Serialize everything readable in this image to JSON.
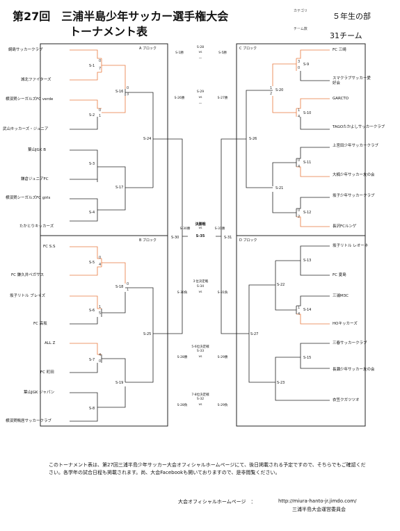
{
  "header": {
    "title_line1": "第27回　三浦半島少年サッカー選手権大会",
    "title_line2": "トーナメント表",
    "category_label": "カテゴリ",
    "category_value": "５年生の部",
    "teams_label": "チーム数",
    "teams_value": "31チーム"
  },
  "blocks": {
    "a": "A ブロック",
    "b": "B ブロック",
    "c": "C ブロック",
    "d": "D ブロック"
  },
  "left_teams": [
    "綱島サッカークラブ",
    "城北ファイターズ",
    "横須賀シーガルズFC verde",
    "武山キッカーズ・ジュニア",
    "葉山JGK B",
    "鎌倉ジュニアFC",
    "横須賀シーガルズFC girls",
    "たかとりキッカーズ",
    "FC S.S",
    "FC 鎌久井ペガサス",
    "坂子リトル ブレイズ",
    "FC 高坂",
    "ALL Z",
    "FC 町田",
    "葉山JGK ジャパン",
    "横須賀鴨居サッカークラブ"
  ],
  "right_teams": [
    "FC 三崎",
    "スマクラブサッカー愛好会",
    "GARCTO",
    "TAGOたかよしサッカークラブ",
    "上宮田少年サッカークラブ",
    "大楠少年サッカー友の会",
    "坂子少年サッカークラブ",
    "長沢FCルンゲ",
    "坂子リトル レオーネ",
    "FC 夏島",
    "三浦M3C",
    "HOキッカーズ",
    "三春サッカークラブ",
    "長瀬少年サッカー友の会",
    "衣笠クガツツオ"
  ],
  "matches": {
    "m1": "S-1",
    "m2": "S-2",
    "m3": "S-3",
    "m4": "S-4",
    "m5": "S-5",
    "m6": "S-6",
    "m7": "S-7",
    "m8": "S-8",
    "m9": "S-9",
    "m10": "S-10",
    "m11": "S-11",
    "m12": "S-12",
    "m13": "S-13",
    "m14": "S-14",
    "m15": "S-15",
    "m16": "S-16",
    "m17": "S-17",
    "m18": "S-18",
    "m19": "S-19",
    "m20": "S-20",
    "m21": "S-21",
    "m22": "S-22",
    "m23": "S-23",
    "m24": "S-24",
    "m25": "S-25",
    "m26": "S-26",
    "m27": "S-27",
    "m30": "S-30",
    "m31": "S-31"
  },
  "scores": {
    "s1a": "0",
    "s1b": "7",
    "s2a": "0",
    "s2b": "1",
    "s16a": "0",
    "s16b": "3",
    "s5a": "0",
    "s5b": "4",
    "s6a": "1",
    "s6b": "5",
    "s18a": "0",
    "s18b": "1",
    "s7a": "4",
    "s7b": "0",
    "s9a": "3",
    "s9b": "0",
    "s10a": "1",
    "s10b": "4",
    "s20a": "1",
    "s20b": "2",
    "s11a": "0",
    "s11b": "4",
    "s12a": "0",
    "s12b": "2",
    "s14a": "1",
    "s14b": "4"
  },
  "center": {
    "s28_no": "S-28",
    "s28_l": "S-1勝",
    "s28_vs": "vs",
    "s28_r": "S-5勝",
    "s28_dash": "—",
    "s29_no": "S-29",
    "s29_l": "S-26勝",
    "s29_vs": "vs",
    "s29_r": "S-27勝",
    "s29_dash": "—",
    "final_title": "決勝戦",
    "final_no": "S-35",
    "final_l": "S-30勝",
    "final_vs": "vs",
    "final_r": "S-31勝",
    "third_title": "３位決定戦",
    "third_no": "S-34",
    "third_l": "S-30負",
    "third_vs": "vs",
    "third_r": "S-31負",
    "fifth_title": "5-6位決定戦",
    "fifth_no": "S-33",
    "fifth_l": "S-28勝",
    "fifth_vs": "vs",
    "fifth_r": "S-29勝",
    "seventh_title": "7-8位決定戦",
    "seventh_no": "S-32",
    "seventh_l": "S-28負",
    "seventh_vs": "vs",
    "seventh_r": "S-29負"
  },
  "note": "このトーナメント表は、第27回三浦半島少年サッカー大会オフィシャルホームページにて、後日掲載される予定ですので、そちらでもご確認ください。各学年の試合日程も掲載されます。尚、大会Facebookも開いておりますので、是非閲覧ください。",
  "footer": {
    "label": "大会オフィシャルホームページ　：",
    "url": "http://miura-hanto-jr.jimdo.com/",
    "org": "三浦半島大会運営委員会"
  },
  "colors": {
    "winner": "#e8783c",
    "line": "#222222"
  }
}
